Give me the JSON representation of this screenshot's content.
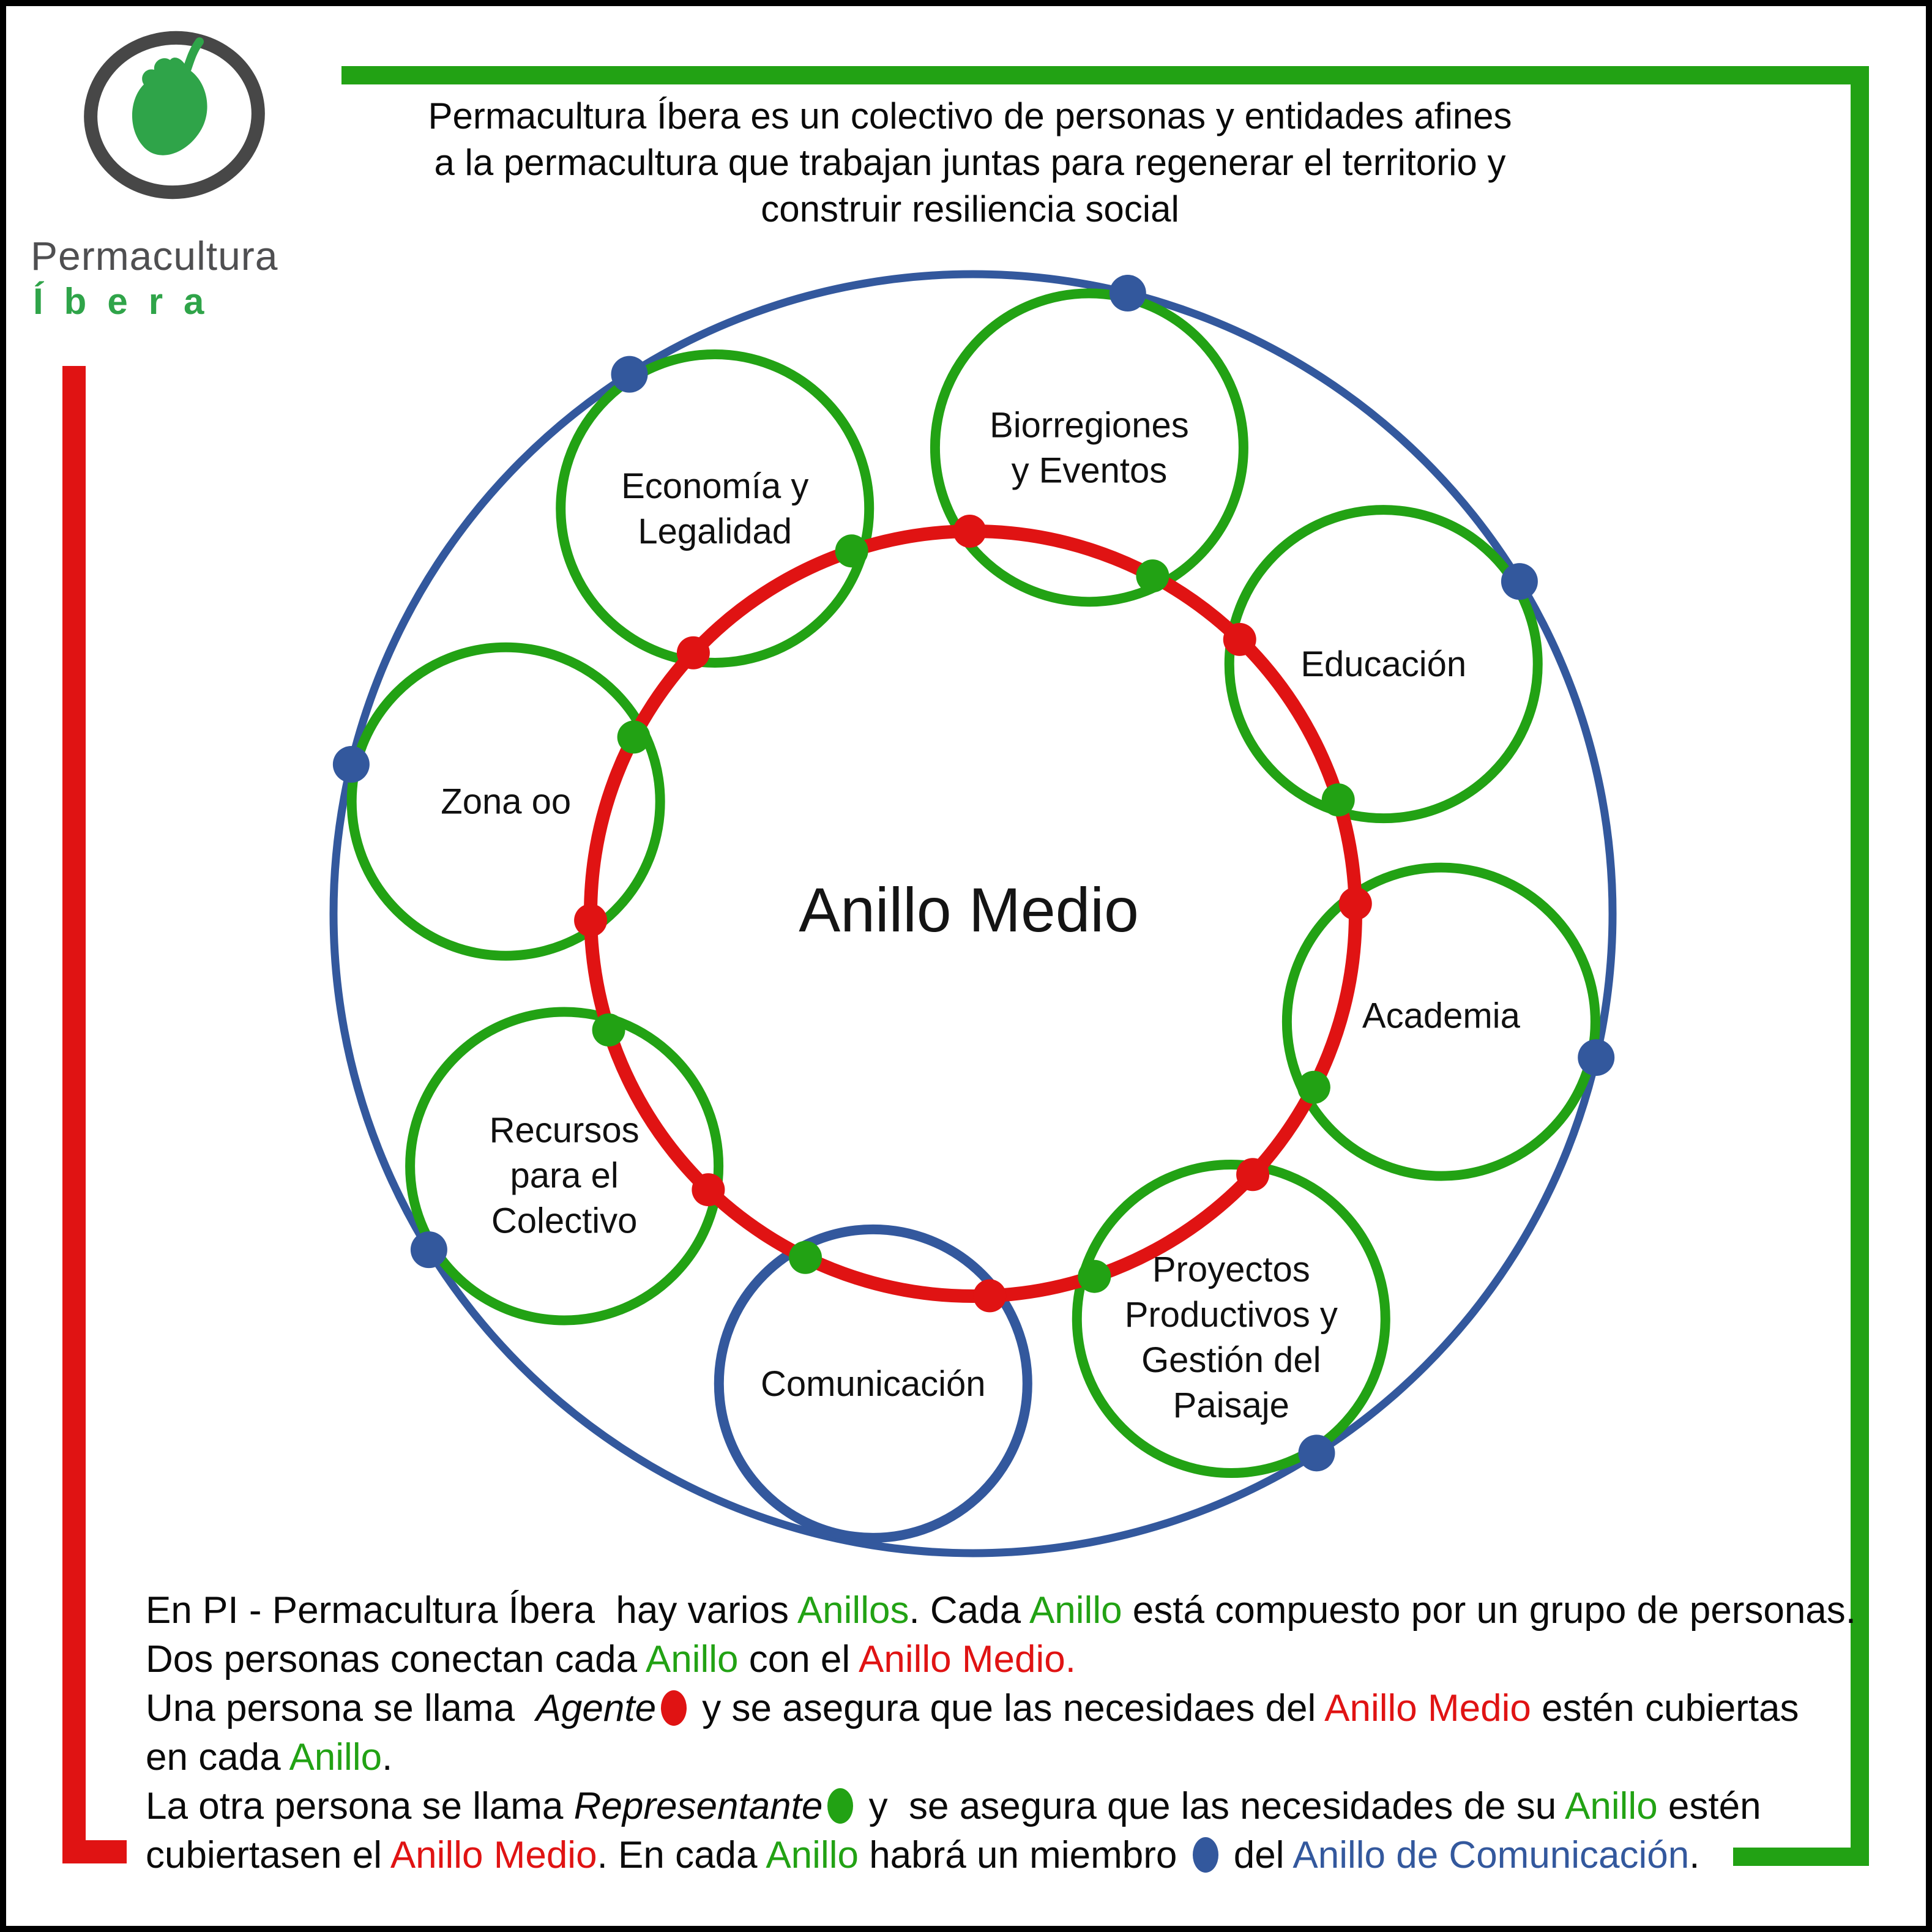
{
  "logo": {
    "title": "Permacultura",
    "subtitle": "Íbera"
  },
  "intro_lines": [
    "Permacultura Íbera es un colectivo de personas y entidades afines",
    "a la permacultura que trabajan juntas para regenerar el territorio y",
    "construir resiliencia social"
  ],
  "colors": {
    "green": "#22A214",
    "red": "#E01313",
    "blue": "#33589D",
    "logo_ring": "#474747",
    "logo_leaf": "#2FA449",
    "logo_text": "#4F4F51",
    "ink": "#0A0A0A"
  },
  "diagram": {
    "center_label": "Anillo Medio",
    "nodes": [
      {
        "id": "economia",
        "label": [
          "Economía y",
          "Legalidad"
        ],
        "angle": 122.5,
        "circle": "green",
        "outer_dot": true,
        "label_dy": 0
      },
      {
        "id": "biorregiones",
        "label": [
          "Biorregiones",
          "y Eventos"
        ],
        "angle": 76,
        "circle": "green",
        "outer_dot": true,
        "label_dy": 0
      },
      {
        "id": "educacion",
        "label": [
          "Educación"
        ],
        "angle": 31.3,
        "circle": "green",
        "outer_dot": true,
        "label_dy": 0
      },
      {
        "id": "academia",
        "label": [
          "Academia"
        ],
        "angle": -13,
        "circle": "green",
        "outer_dot": true,
        "label_dy": -10
      },
      {
        "id": "proyectos",
        "label": [
          "Proyectos",
          "Productivos y",
          "Gestión del",
          "Paisaje"
        ],
        "angle": -57.5,
        "circle": "green",
        "outer_dot": true,
        "label_dy": 30
      },
      {
        "id": "comunicacion",
        "label": [
          "Comunicación"
        ],
        "angle": -102,
        "circle": "blue",
        "outer_dot": false,
        "label_dy": 0
      },
      {
        "id": "recursos",
        "label": [
          "Recursos",
          "para el",
          "Colectivo"
        ],
        "angle": -148.3,
        "circle": "green",
        "outer_dot": true,
        "label_dy": 15
      },
      {
        "id": "zona-oo",
        "label": [
          "Zona oo"
        ],
        "angle": 166.5,
        "circle": "green",
        "outer_dot": true,
        "label_dy": 0
      }
    ]
  },
  "legend": {
    "lines": [
      [
        {
          "t": "En PI - Permacultura Íbera  hay varios "
        },
        {
          "t": "Anillos",
          "c": "green"
        },
        {
          "t": ". Cada "
        },
        {
          "t": "Anillo",
          "c": "green"
        },
        {
          "t": " está compuesto por un grupo de personas."
        }
      ],
      [
        {
          "t": "Dos personas conectan cada "
        },
        {
          "t": "Anillo",
          "c": "green"
        },
        {
          "t": " con el "
        },
        {
          "t": "Anillo Medio.",
          "c": "red"
        }
      ],
      [
        {
          "t": "Una persona se llama  "
        },
        {
          "t": "Agente",
          "i": true
        },
        {
          "dot": "red"
        },
        {
          "t": " y se asegura que las necesidaes del "
        },
        {
          "t": "Anillo Medio",
          "c": "red"
        },
        {
          "t": " estén cubiertas"
        }
      ],
      [
        {
          "t": "en cada "
        },
        {
          "t": "Anillo",
          "c": "green"
        },
        {
          "t": "."
        }
      ],
      [
        {
          "t": "La otra persona se llama "
        },
        {
          "t": "Representante",
          "i": true
        },
        {
          "dot": "green"
        },
        {
          "t": " y  se asegura que las necesidades de su "
        },
        {
          "t": "Anillo",
          "c": "green"
        },
        {
          "t": " estén"
        }
      ],
      [
        {
          "t": "cubiertasen el "
        },
        {
          "t": "Anillo Medio",
          "c": "red"
        },
        {
          "t": ". En cada "
        },
        {
          "t": "Anillo",
          "c": "green"
        },
        {
          "t": " habrá un miembro "
        },
        {
          "dot": "blue"
        },
        {
          "t": " del "
        },
        {
          "t": "Anillo de Comunicación",
          "c": "blue"
        },
        {
          "t": "."
        }
      ]
    ]
  }
}
